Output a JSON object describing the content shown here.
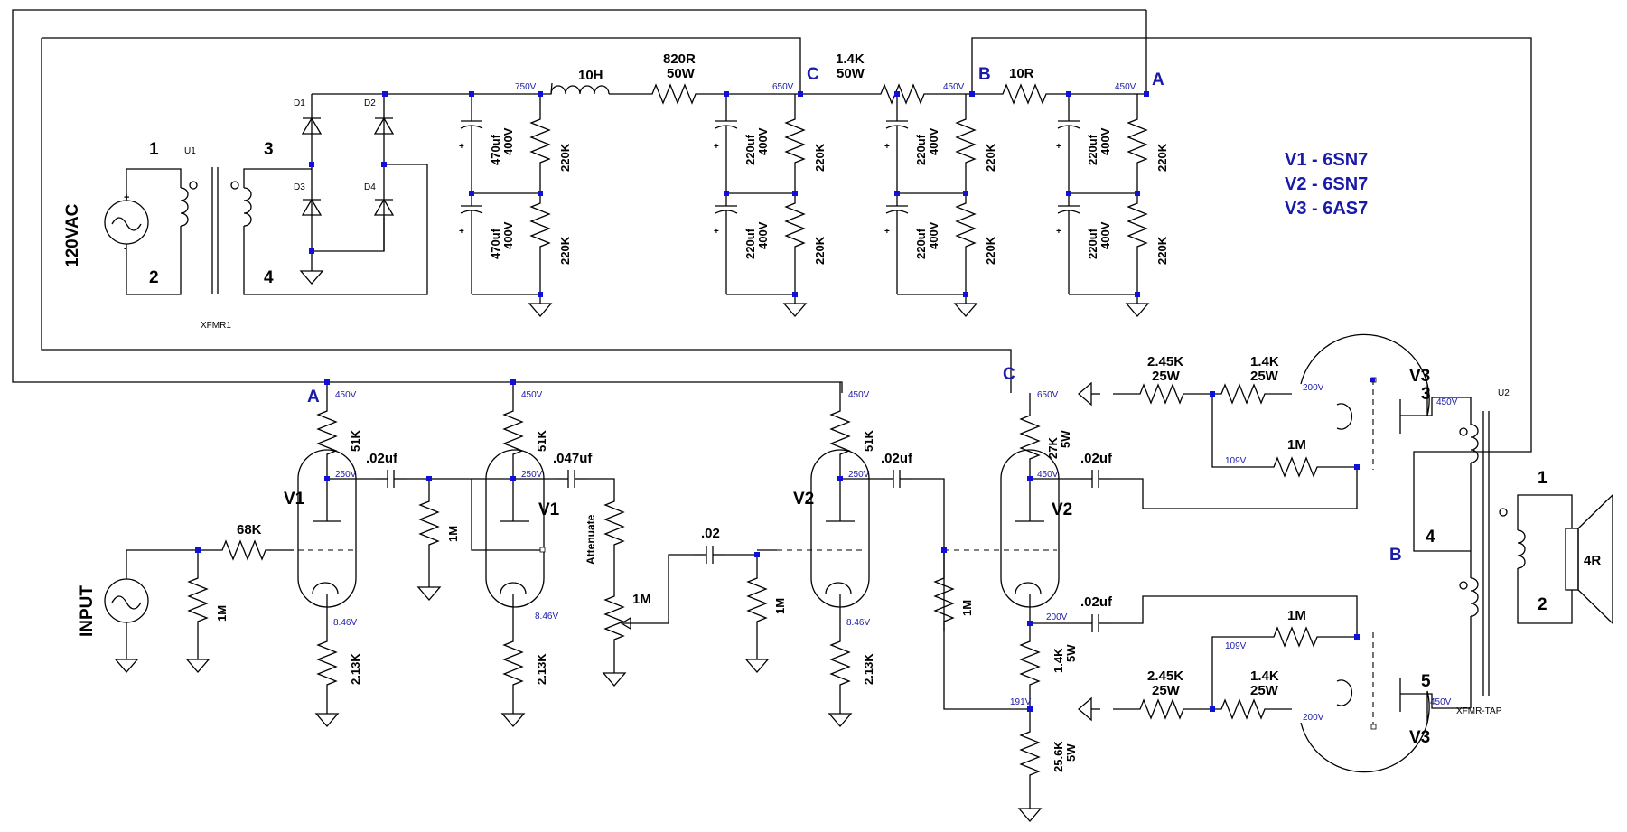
{
  "legend": [
    "V1 - 6SN7",
    "V2 - 6SN7",
    "V3 - 6AS7"
  ],
  "net_labels": {
    "A": "A",
    "B": "B",
    "C": "C"
  },
  "source": {
    "mains": "120VAC",
    "input": "INPUT"
  },
  "transformer": {
    "name": "U1",
    "ref": "XFMR1",
    "pins": [
      "1",
      "2",
      "3",
      "4"
    ]
  },
  "output_transformer": {
    "name": "U2",
    "ref": "XFMR-TAP",
    "primary_pins": [
      "3",
      "4",
      "5"
    ],
    "secondary_pins": [
      "1",
      "2"
    ],
    "load": "4R"
  },
  "diodes": [
    "D1",
    "D2",
    "D3",
    "D4"
  ],
  "supply": {
    "choke": "10H",
    "series": [
      {
        "value": "820R",
        "power": "50W"
      },
      {
        "value": "1.4K",
        "power": "50W"
      },
      {
        "value": "10R",
        "power": ""
      }
    ],
    "caps": [
      [
        "470uf",
        "400V"
      ],
      [
        "470uf",
        "400V"
      ],
      [
        "220uf",
        "400V"
      ],
      [
        "220uf",
        "400V"
      ],
      [
        "220uf",
        "400V"
      ],
      [
        "220uf",
        "400V"
      ],
      [
        "220uf",
        "400V"
      ],
      [
        "220uf",
        "400V"
      ]
    ],
    "bleeder": "220K",
    "voltages": [
      "750V",
      "650V",
      "450V",
      "450V"
    ]
  },
  "tubes": {
    "v1": "V1",
    "v2": "V2",
    "v3": "V3"
  },
  "parts": {
    "r_in": "68K",
    "r_grid": "1M",
    "r_plate": "51K",
    "r_cathode": "2.13K",
    "c1": ".02uf",
    "c2": ".047uf",
    "c3": ".02",
    "c4": ".02uf",
    "atten": "Attenuate",
    "pot": "1M",
    "r27k": "27K",
    "r27k_p": "5W",
    "r14k": "1.4K",
    "r14k_p": "5W",
    "r256k": "25.6K",
    "r256k_p": "5W",
    "rg245": "2.45K",
    "rg245_p": "25W",
    "rg14": "1.4K",
    "rg14_p": "25W",
    "c_out": ".02uf"
  },
  "node_voltages": {
    "plate1": "450V",
    "p1": "250V",
    "k1": "8.46V",
    "plate2": "450V",
    "p2": "250V",
    "k2": "8.46V",
    "plate3": "450V",
    "p3": "250V",
    "k3": "8.46V",
    "c650": "650V",
    "p4": "450V",
    "k4": "200V",
    "k5": "191V",
    "v3g1": "200V",
    "v3b1": "109V",
    "v3g2": "200V",
    "v3b2": "109V",
    "xf1": "450V",
    "xf2": "450V"
  }
}
